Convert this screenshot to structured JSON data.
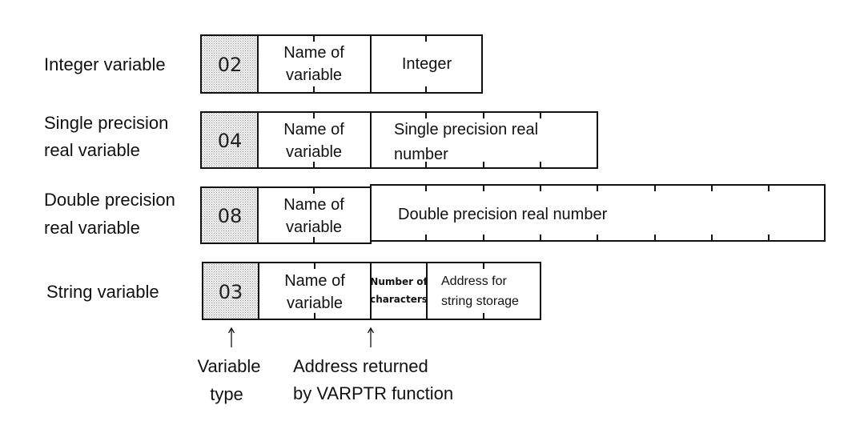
{
  "rows": [
    {
      "label": [
        "Integer variable"
      ],
      "code": "02",
      "name": [
        "Name of",
        "variable"
      ],
      "value": [
        "Integer"
      ]
    },
    {
      "label": [
        "Single precision",
        "real variable"
      ],
      "code": "04",
      "name": [
        "Name of",
        "variable"
      ],
      "value": [
        "Single precision real",
        "number"
      ]
    },
    {
      "label": [
        "Double precision",
        "real variable"
      ],
      "code": "08",
      "name": [
        "Name of",
        "variable"
      ],
      "value": [
        "Double precision real number"
      ]
    },
    {
      "label": [
        "String variable"
      ],
      "code": "03",
      "name": [
        "Name of",
        "variable"
      ],
      "count": [
        "Number of",
        "characters"
      ],
      "address": [
        "Address for",
        "string storage"
      ]
    }
  ],
  "annotations": {
    "variable_type": [
      "Variable",
      "type"
    ],
    "address_returned": [
      "Address returned",
      "by VARPTR function"
    ]
  }
}
